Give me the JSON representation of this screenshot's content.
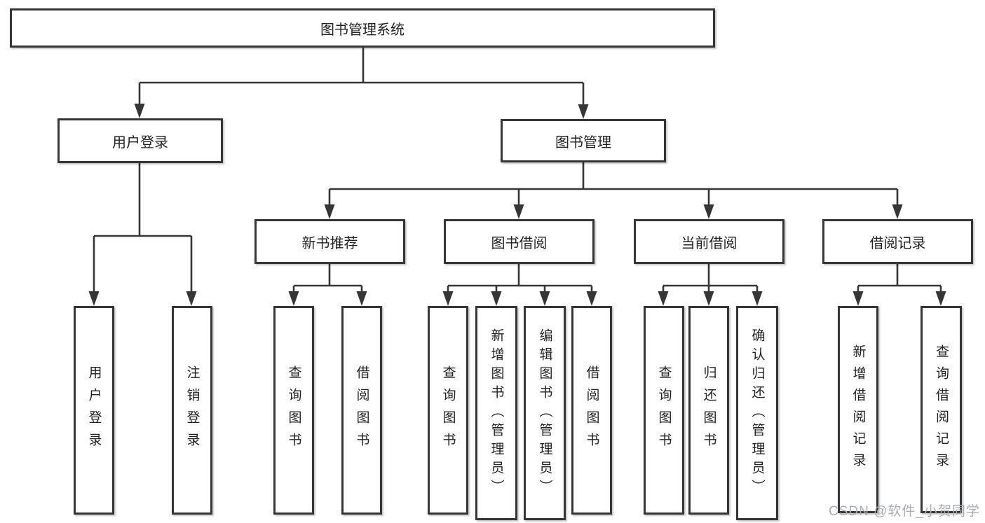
{
  "tree": {
    "label": "图书管理系统",
    "children": [
      {
        "label": "用户登录",
        "children": [
          {
            "label": "用户登录"
          },
          {
            "label": "注销登录"
          }
        ]
      },
      {
        "label": "图书管理",
        "children": [
          {
            "label": "新书推荐",
            "children": [
              {
                "label": "查询图书"
              },
              {
                "label": "借阅图书"
              }
            ]
          },
          {
            "label": "图书借阅",
            "children": [
              {
                "label": "查询图书"
              },
              {
                "label": "新增图书（管理员）"
              },
              {
                "label": "编辑图书（管理员）"
              },
              {
                "label": "借阅图书"
              }
            ]
          },
          {
            "label": "当前借阅",
            "children": [
              {
                "label": "查询图书"
              },
              {
                "label": "归还图书"
              },
              {
                "label": "确认归还（管理员）"
              }
            ]
          },
          {
            "label": "借阅记录",
            "children": [
              {
                "label": "新增借阅记录"
              },
              {
                "label": "查询借阅记录"
              }
            ]
          }
        ]
      }
    ]
  },
  "watermark": "CSDN @软件_小贺同学",
  "colors": {
    "line": "#363636",
    "box_border": "#363636",
    "box_fill": "#ffffff",
    "text": "#222222",
    "watermark": "#aaadb2"
  }
}
